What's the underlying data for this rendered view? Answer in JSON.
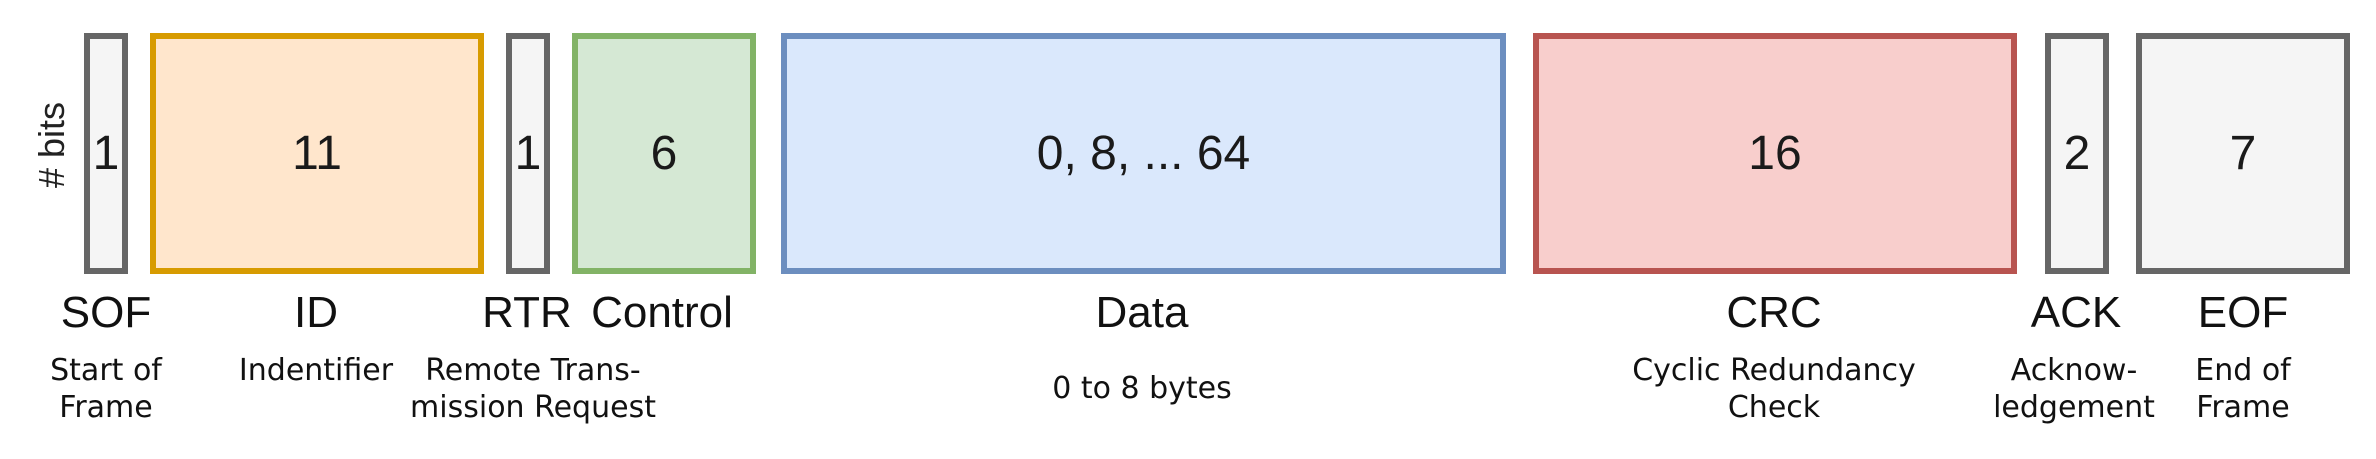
{
  "axis_label": "# bits",
  "fields": [
    {
      "id": "sof",
      "bits": "1",
      "name": "SOF",
      "description": "Start of\nFrame",
      "fill": "#f5f5f5",
      "stroke": "#666666"
    },
    {
      "id": "id",
      "bits": "11",
      "name": "ID",
      "description": "Indentifier",
      "fill": "#ffe6cc",
      "stroke": "#d79b00"
    },
    {
      "id": "rtr",
      "bits": "1",
      "name": "RTR",
      "description": "",
      "fill": "#f5f5f5",
      "stroke": "#666666"
    },
    {
      "id": "control",
      "bits": "6",
      "name": "Control",
      "description": "",
      "fill": "#d5e8d4",
      "stroke": "#82b366"
    },
    {
      "id": "data",
      "bits": "0, 8, ... 64",
      "name": "Data",
      "description": "0 to 8 bytes",
      "fill": "#dae8fc",
      "stroke": "#6c8ebf"
    },
    {
      "id": "crc",
      "bits": "16",
      "name": "CRC",
      "description": "Cyclic Redundancy\nCheck",
      "fill": "#f8cecc",
      "stroke": "#b85450"
    },
    {
      "id": "ack",
      "bits": "2",
      "name": "ACK",
      "description": "Acknow-\nledgement",
      "fill": "#f5f5f5",
      "stroke": "#666666"
    },
    {
      "id": "eof",
      "bits": "7",
      "name": "EOF",
      "description": "End of\nFrame",
      "fill": "#f5f5f5",
      "stroke": "#666666"
    }
  ],
  "shared_descriptions": {
    "rtr_control": "Remote Trans-\nmission Request"
  }
}
